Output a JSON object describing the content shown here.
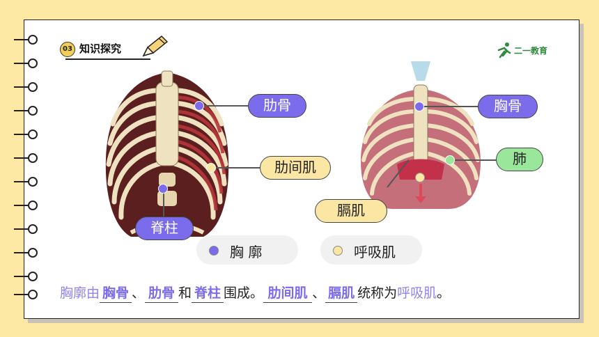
{
  "header": {
    "badge": "03",
    "title": "知识探究"
  },
  "logo": {
    "text": "二一教育"
  },
  "figure_left": {
    "labels": {
      "rib": "肋骨",
      "intercostal": "肋间肌",
      "spine": "脊柱"
    }
  },
  "figure_right": {
    "labels": {
      "sternum": "胸骨",
      "lung": "肺",
      "diaphragm": "膈肌"
    }
  },
  "legend": {
    "thorax": "胸 廓",
    "respiratory_muscle": "呼吸肌"
  },
  "sentence": {
    "p1": "胸廓由",
    "b1": "胸骨",
    "p2": "、",
    "b2": "肋骨",
    "p3": "和",
    "b3": "脊柱",
    "p4": "围成。",
    "b4": "肋间肌",
    "p5": "、",
    "b5": "膈肌",
    "p6": "统称为",
    "p7": "呼吸肌",
    "p8": "。"
  },
  "colors": {
    "purple": "#7b6cec",
    "yellow": "#fbe7a3",
    "green": "#9ae69a",
    "background": "#fde9a3"
  }
}
